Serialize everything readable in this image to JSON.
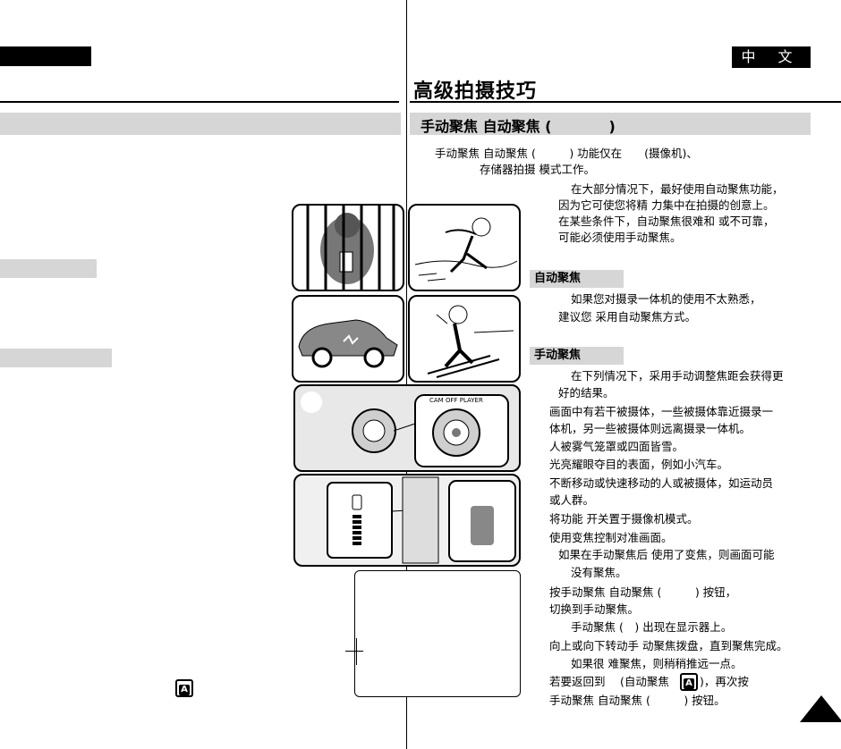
{
  "header": {
    "language_tag": "中 文",
    "main_heading": "高级拍摄技巧",
    "section_title": "手动聚焦 自动聚焦 (　　　　)"
  },
  "intro": {
    "line1": "手动聚焦 自动聚焦 (　　　) 功能仅在　　(摄像机)、",
    "line2": "存储器拍摄 模式工作。",
    "line3": "在大部分情况下，最好使用自动聚焦功能，",
    "line4": "因为它可使您将精 力集中在拍摄的创意上。",
    "line5": "在某些条件下，自动聚焦很难和 或不可靠，",
    "line6": "可能必须使用手动聚焦。"
  },
  "auto_focus": {
    "header": "自动聚焦",
    "line1": "如果您对摄录一体机的使用不太熟悉，",
    "line2": "建议您 采用自动聚焦方式。"
  },
  "manual_focus": {
    "header": "手动聚焦",
    "lines": [
      "在下列情况下，采用手动调整焦距会获得更",
      "好的结果。",
      "画面中有若干被摄体，一些被摄体靠近摄录一",
      "体机，另一些被摄体则远离摄录一体机。",
      "人被雾气笼罩或四面皆雪。",
      "光亮耀眼夺目的表面，例如小汽车。",
      "不断移动或快速移动的人或被摄体，如运动员",
      "或人群。",
      "将功能 开关置于摄像机模式。",
      "使用变焦控制对准画面。",
      "如果在手动聚焦后 使用了变焦，则画面可能",
      "没有聚焦。",
      "按手动聚焦 自动聚焦 (　　　) 按钮，",
      "切换到手动聚焦。",
      "手动聚焦 (　) 出现在显示器上。",
      "向上或向下转动手 动聚焦拨盘，直到聚焦完成。",
      "如果很 难聚焦，则稍稍推远一点。",
      "若要返回到　 (自动聚焦",
      "手动聚焦 自动聚焦 (　　　) 按钮。"
    ],
    "return_suffix": ")，再次按"
  },
  "icons": {
    "auto_icon": "A",
    "dial_label": "CAM OFF PLAYER"
  }
}
